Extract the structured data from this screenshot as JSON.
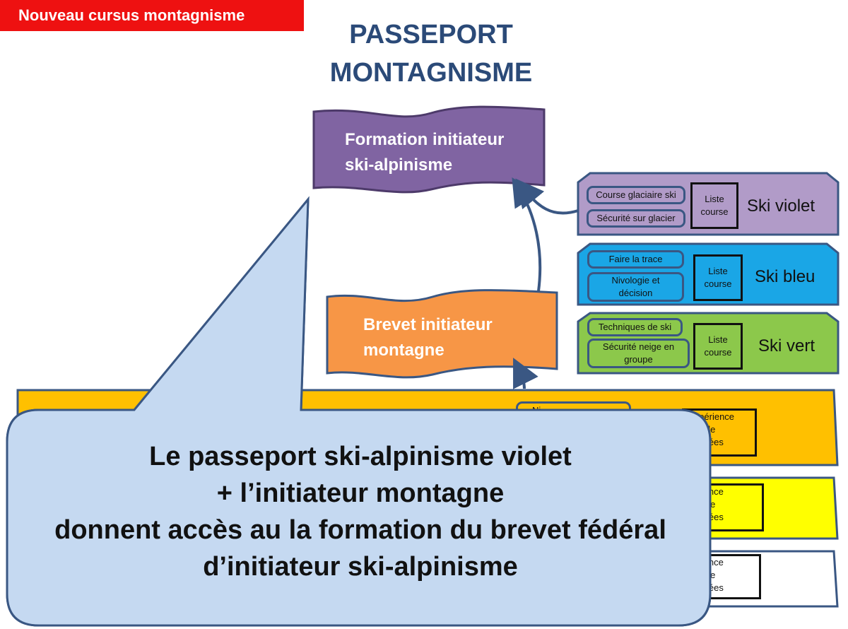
{
  "header": {
    "tag": "Nouveau cursus montagnisme",
    "title_line1": "PASSEPORT",
    "title_line2": "MONTAGNISME"
  },
  "scrolls": {
    "formation_line1": "Formation initiateur",
    "formation_line2": "ski-alpinisme",
    "brevet_line1": "Brevet initiateur",
    "brevet_line2": "montagne"
  },
  "bands": [
    {
      "label": "Ski violet",
      "color": "#b19bc8",
      "item1": "Course glaciaire ski",
      "item2": "Sécurité sur glacier",
      "box_line1": "Liste",
      "box_line2": "course"
    },
    {
      "label": "Ski bleu",
      "color": "#1aa6e6",
      "item1": "Faire la trace",
      "item2_line1": "Nivologie et",
      "item2_line2": "décision",
      "box_line1": "Liste",
      "box_line2": "course"
    },
    {
      "label": "Ski vert",
      "color": "#8cc84b",
      "item1": "Techniques de ski",
      "item2_line1": "Sécurité neige en",
      "item2_line2": "groupe",
      "box_line1": "Liste",
      "box_line2": "course"
    }
  ],
  "lower_bands": [
    {
      "color": "#ffc000",
      "pill_text": "Ni...",
      "box_line1": "Expérience",
      "box_line2": "iste de",
      "box_line3": "données"
    },
    {
      "color": "#ffff00",
      "box_line1": "périence",
      "box_line2": "iste de",
      "box_line3": "données"
    },
    {
      "color": "#ffffff",
      "box_line1": "périence",
      "box_line2": "iste de",
      "box_line3": "données"
    }
  ],
  "callout": {
    "line1": "Le passeport ski-alpinisme violet",
    "line2": "+ l’initiateur montagne",
    "line3": "donnent accès au la formation du brevet fédéral",
    "line4": "d’initiateur ski-alpinisme",
    "fill": "#c5d9f1"
  }
}
